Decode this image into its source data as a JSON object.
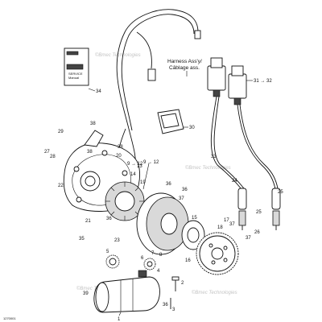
{
  "diagram": {
    "harness_label": "Harness Ass'y/\nCâblage ass.",
    "manual_title": "SERVICE\nManual",
    "watermarks": [
      "©Bmec Technologies",
      "©Bmec Technologies",
      "©Bmec Technologies",
      "©Bmec Technologies"
    ],
    "figure_code": "1270001",
    "callouts": [
      "1",
      "2",
      "3",
      "4",
      "5",
      "6",
      "7",
      "8",
      "9 → 12",
      "13",
      "14",
      "15",
      "16",
      "17",
      "18",
      "19",
      "20",
      "21",
      "22",
      "23",
      "24",
      "25",
      "26",
      "27",
      "28",
      "29",
      "30",
      "31 → 32",
      "33",
      "34",
      "35",
      "36",
      "37",
      "38",
      "39"
    ],
    "callouts_display": {
      "c1": "1",
      "c2": "2",
      "c3": "3",
      "c4": "4",
      "c5": "5",
      "c6": "6",
      "c7": "7",
      "c8": "8",
      "c9_12": "9 → 12",
      "c13": "13",
      "c14": "14",
      "c15": "15",
      "c16": "16",
      "c17": "17",
      "c18": "18",
      "c19": "19",
      "c20": "20",
      "c21": "21",
      "c22": "22",
      "c23": "23",
      "c24": "24",
      "c25": "25",
      "c26": "26",
      "c27": "27",
      "c28": "28",
      "c29": "29",
      "c30": "30",
      "c31_32": "31 → 32",
      "c33": "33",
      "c34": "34",
      "c35": "35",
      "c36": "36",
      "c37": "37",
      "c38": "38",
      "c39": "39"
    },
    "torque_marks": [
      "38",
      "38",
      "36",
      "36",
      "37",
      "37",
      "37",
      "36",
      "38",
      "36"
    ]
  }
}
